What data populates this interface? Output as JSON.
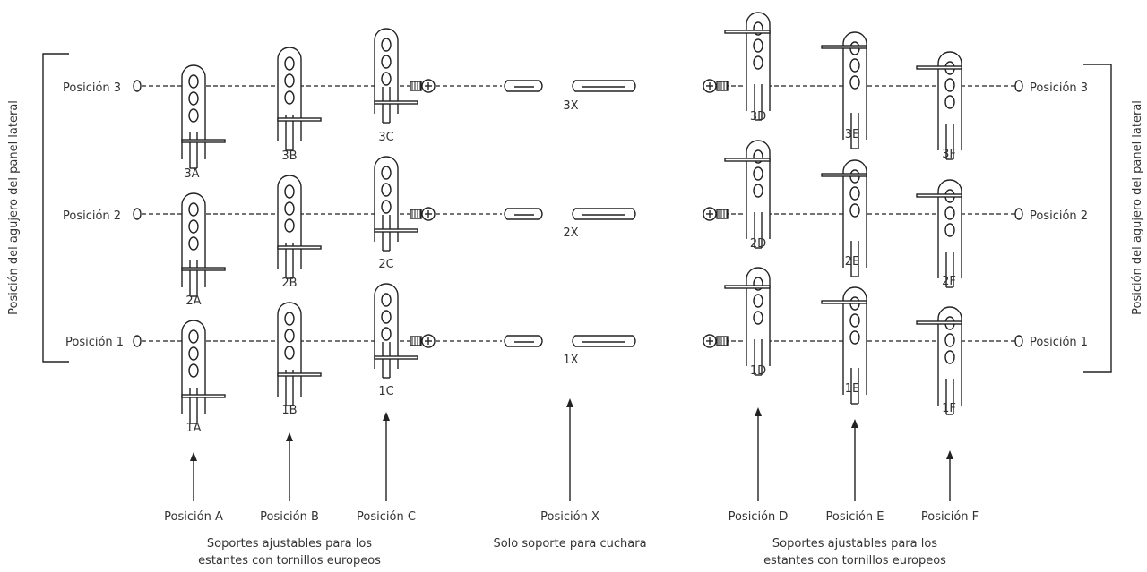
{
  "side_label_left": "Posición del agujero del panel lateral",
  "side_label_right": "Posición del agujero del panel lateral",
  "rows": [
    {
      "left": "Posición 3",
      "right": "Posición 3"
    },
    {
      "left": "Posición 2",
      "right": "Posición 2"
    },
    {
      "left": "Posición 1",
      "right": "Posición 1"
    }
  ],
  "codes": {
    "A": [
      "3A",
      "2A",
      "1A"
    ],
    "B": [
      "3B",
      "2B",
      "1B"
    ],
    "C": [
      "3C",
      "2C",
      "1C"
    ],
    "X": [
      "3X",
      "2X",
      "1X"
    ],
    "D": [
      "3D",
      "2D",
      "1D"
    ],
    "E": [
      "3E",
      "2E",
      "1E"
    ],
    "F": [
      "3F",
      "2F",
      "1F"
    ]
  },
  "positions": {
    "A": "Posición A",
    "B": "Posición B",
    "C": "Posición C",
    "X": "Posición X",
    "D": "Posición D",
    "E": "Posición E",
    "F": "Posición F"
  },
  "captions": {
    "left_line1": "Soportes ajustables para los",
    "left_line2": "estantes con tornillos europeos",
    "middle": "Solo soporte para cuchara",
    "right_line1": "Soportes ajustables para los",
    "right_line2": "estantes con tornillos europeos"
  }
}
